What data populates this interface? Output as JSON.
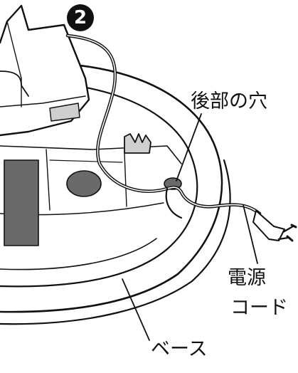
{
  "step": {
    "number": "2"
  },
  "labels": {
    "rear_hole": "後部の穴",
    "power_cord_line1": "電源",
    "power_cord_line2": "コード",
    "base": "ベース"
  },
  "colors": {
    "ink": "#111111",
    "paper": "#ffffff",
    "shade_dark": "#6a6a6a",
    "shade_light": "#cfcfcf"
  }
}
